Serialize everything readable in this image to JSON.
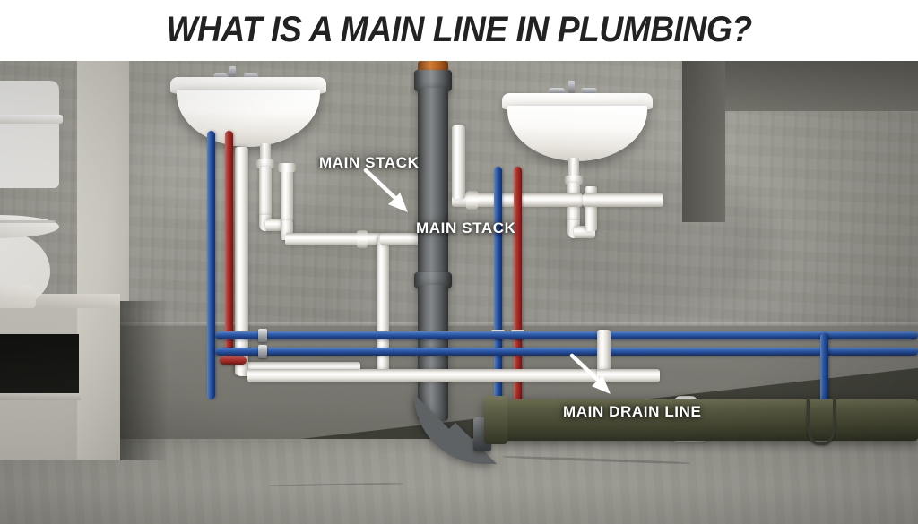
{
  "title": {
    "text": "WHAT IS A MAIN LINE IN PLUMBING?",
    "color": "#222222",
    "background": "#ffffff"
  },
  "scene": {
    "description": "Cutaway 3D render of a basement plumbing wall with two wall-mounted sinks, a toilet, supply lines and drain piping",
    "colors": {
      "wall_concrete": "#9c9b92",
      "floor_concrete": "#a3a29a",
      "main_stack_pipe": "#6e7173",
      "main_drain_pipe": "#4b4d38",
      "pvc_white": "#ffffff",
      "cold_supply_blue": "#2f5fae",
      "hot_supply_red": "#b03430",
      "label_text": "#ffffff",
      "vent_cap_orange": "#c4761f"
    }
  },
  "labels": [
    {
      "id": "main-stack-upper",
      "text": "MAIN STACK"
    },
    {
      "id": "main-stack-lower",
      "text": "MAIN STACK"
    },
    {
      "id": "main-drain-line",
      "text": "MAIN DRAIN LINE"
    }
  ],
  "fixtures": [
    {
      "id": "toilet",
      "name": "toilet"
    },
    {
      "id": "sink-left",
      "name": "wall-mounted sink"
    },
    {
      "id": "sink-right",
      "name": "wall-mounted sink"
    }
  ],
  "annotations": {
    "arrow_upper_target": "main stack pipe",
    "arrow_drain_target": "main drain line pipe"
  }
}
